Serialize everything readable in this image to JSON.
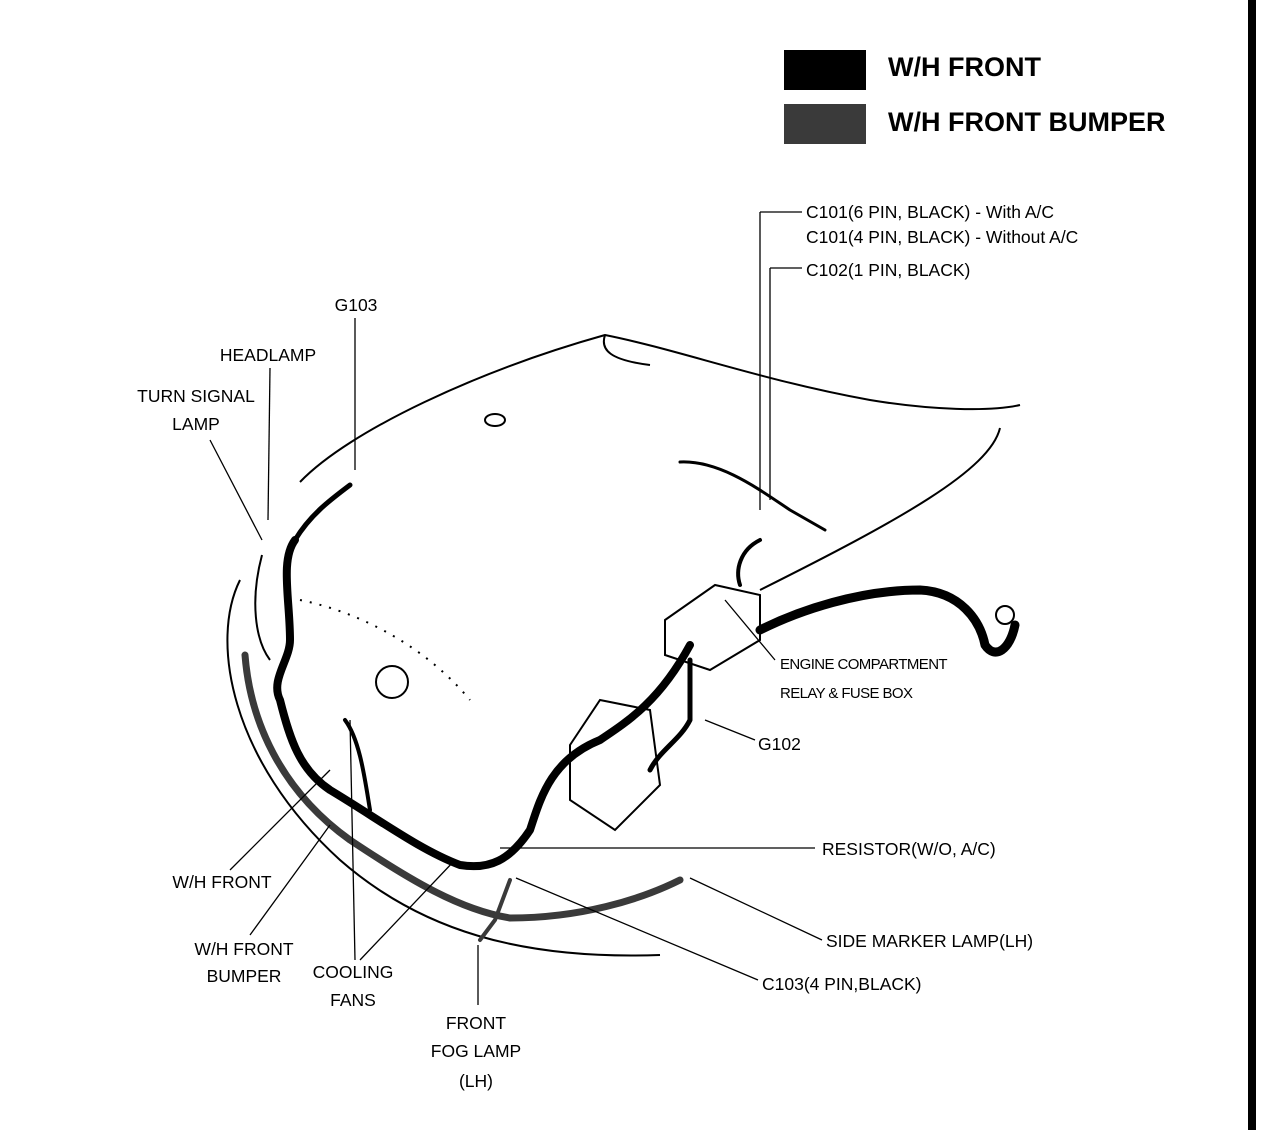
{
  "legend": {
    "items": [
      {
        "label": "W/H FRONT",
        "color": "#000000"
      },
      {
        "label": "W/H FRONT BUMPER",
        "color": "#3a3a3a"
      }
    ]
  },
  "callouts": {
    "c101_with_ac": "C101(6 PIN, BLACK) - With A/C",
    "c101_without_ac": "C101(4 PIN, BLACK) - Without A/C",
    "c102": "C102(1 PIN, BLACK)",
    "g103": "G103",
    "headlamp": "HEADLAMP",
    "turn_signal_lamp_line1": "TURN SIGNAL",
    "turn_signal_lamp_line2": "LAMP",
    "relay_box_line1": "ENGINE COMPARTMENT",
    "relay_box_line2": "RELAY & FUSE BOX",
    "g102": "G102",
    "resistor": "RESISTOR(W/O, A/C)",
    "side_marker": "SIDE MARKER LAMP(LH)",
    "c103": "C103(4 PIN,BLACK)",
    "wh_front": "W/H FRONT",
    "wh_front_bumper_line1": "W/H FRONT",
    "wh_front_bumper_line2": "BUMPER",
    "cooling_fans_line1": "COOLING",
    "cooling_fans_line2": "FANS",
    "fog_lamp_line1": "FRONT",
    "fog_lamp_line2": "FOG LAMP",
    "fog_lamp_line3": "(LH)"
  }
}
